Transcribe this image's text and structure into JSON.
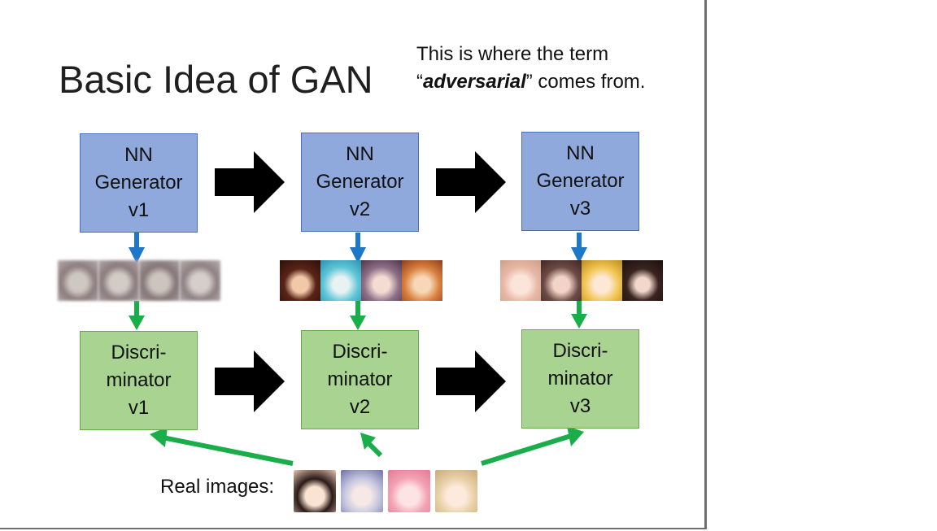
{
  "title": "Basic Idea of GAN",
  "note": {
    "line1": "This is where the term",
    "open_quote": "“",
    "emphasis": "adversarial",
    "line2_rest": "” comes from."
  },
  "generators": [
    {
      "line1": "NN",
      "line2": "Generator",
      "line3": "v1"
    },
    {
      "line1": "NN",
      "line2": "Generator",
      "line3": "v2"
    },
    {
      "line1": "NN",
      "line2": "Generator",
      "line3": "v3"
    }
  ],
  "discriminators": [
    {
      "line1": "Discri-",
      "line2": "minator",
      "line3": "v1"
    },
    {
      "line1": "Discri-",
      "line2": "minator",
      "line3": "v2"
    },
    {
      "line1": "Discri-",
      "line2": "minator",
      "line3": "v3"
    }
  ],
  "real_images_label": "Real images:",
  "colors": {
    "generator_fill": "#8fa9dc",
    "discriminator_fill": "#a8d390",
    "blue_arrow": "#1f77c8",
    "green_arrow": "#1aae4a",
    "black_arrow": "#000000"
  }
}
